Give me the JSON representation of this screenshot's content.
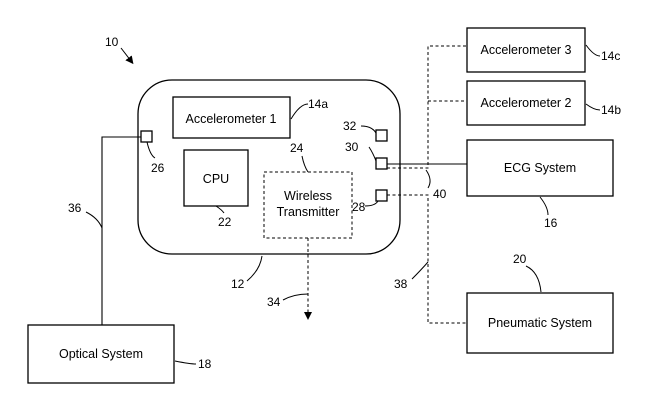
{
  "device": {
    "ref": "10",
    "housing_ref": "12",
    "accelerometer_1": {
      "label": "Accelerometer 1",
      "ref": "14a"
    },
    "cpu": {
      "label": "CPU",
      "ref": "22"
    },
    "transmitter": {
      "label_line1": "Wireless",
      "label_line2": "Transmitter",
      "ref": "24"
    },
    "port_26": "26",
    "port_28": "28",
    "port_30": "30",
    "port_32": "32"
  },
  "external": {
    "accelerometer_3": {
      "label": "Accelerometer 3",
      "ref": "14c"
    },
    "accelerometer_2": {
      "label": "Accelerometer 2",
      "ref": "14b"
    },
    "ecg": {
      "label": "ECG System",
      "ref": "16"
    },
    "pneumatic": {
      "label": "Pneumatic System",
      "ref": "20"
    },
    "optical": {
      "label": "Optical System",
      "ref": "18"
    }
  },
  "connections": {
    "cable_36": "36",
    "cable_38": "38",
    "cable_40": "40",
    "wireless_link_34": "34"
  }
}
